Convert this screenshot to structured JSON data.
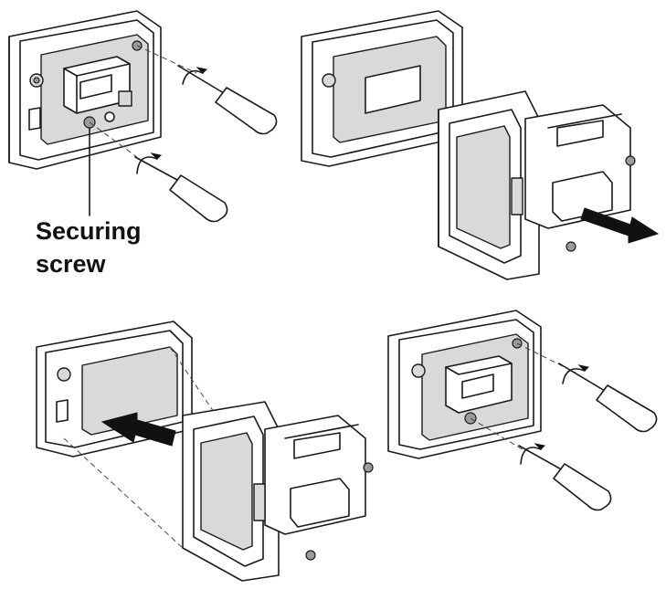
{
  "callout": {
    "line1": "Securing",
    "line2": "screw"
  },
  "steps": [
    {
      "icon": "unscrew-securing-screws-illustration"
    },
    {
      "icon": "remove-lamp-unit-illustration"
    },
    {
      "icon": "insert-lamp-unit-illustration"
    },
    {
      "icon": "tighten-securing-screws-illustration"
    }
  ],
  "colors": {
    "line": "#1a1a1a",
    "shade": "#d9d9d9",
    "arrow": "#111111",
    "background": "#ffffff"
  }
}
